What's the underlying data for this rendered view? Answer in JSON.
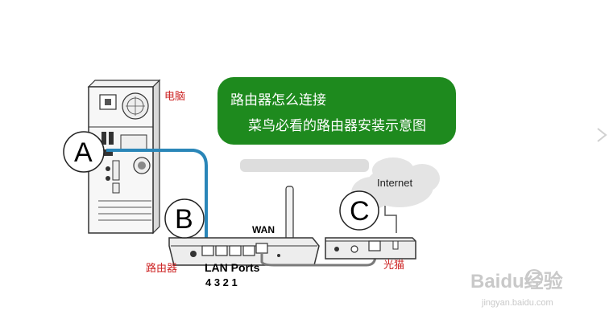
{
  "banner": {
    "line1": "路由器怎么连接",
    "line2": "菜鸟必看的路由器安装示意图",
    "color": "#1e8a1e"
  },
  "labels": {
    "computer": "电脑",
    "router": "路由器",
    "modem": "光猫",
    "wan": "WAN",
    "lan_ports": "LAN Ports",
    "port_numbers": "4 3 2 1",
    "internet": "Internet"
  },
  "markers": {
    "a": "A",
    "b": "B",
    "c": "C"
  },
  "colors": {
    "cable_blue": "#2a86b8",
    "cable_gray": "#7a7a7a",
    "label_red": "#cc2222"
  },
  "watermark": {
    "brand": "Baidu经验",
    "url": "jingyan.baidu.com"
  }
}
